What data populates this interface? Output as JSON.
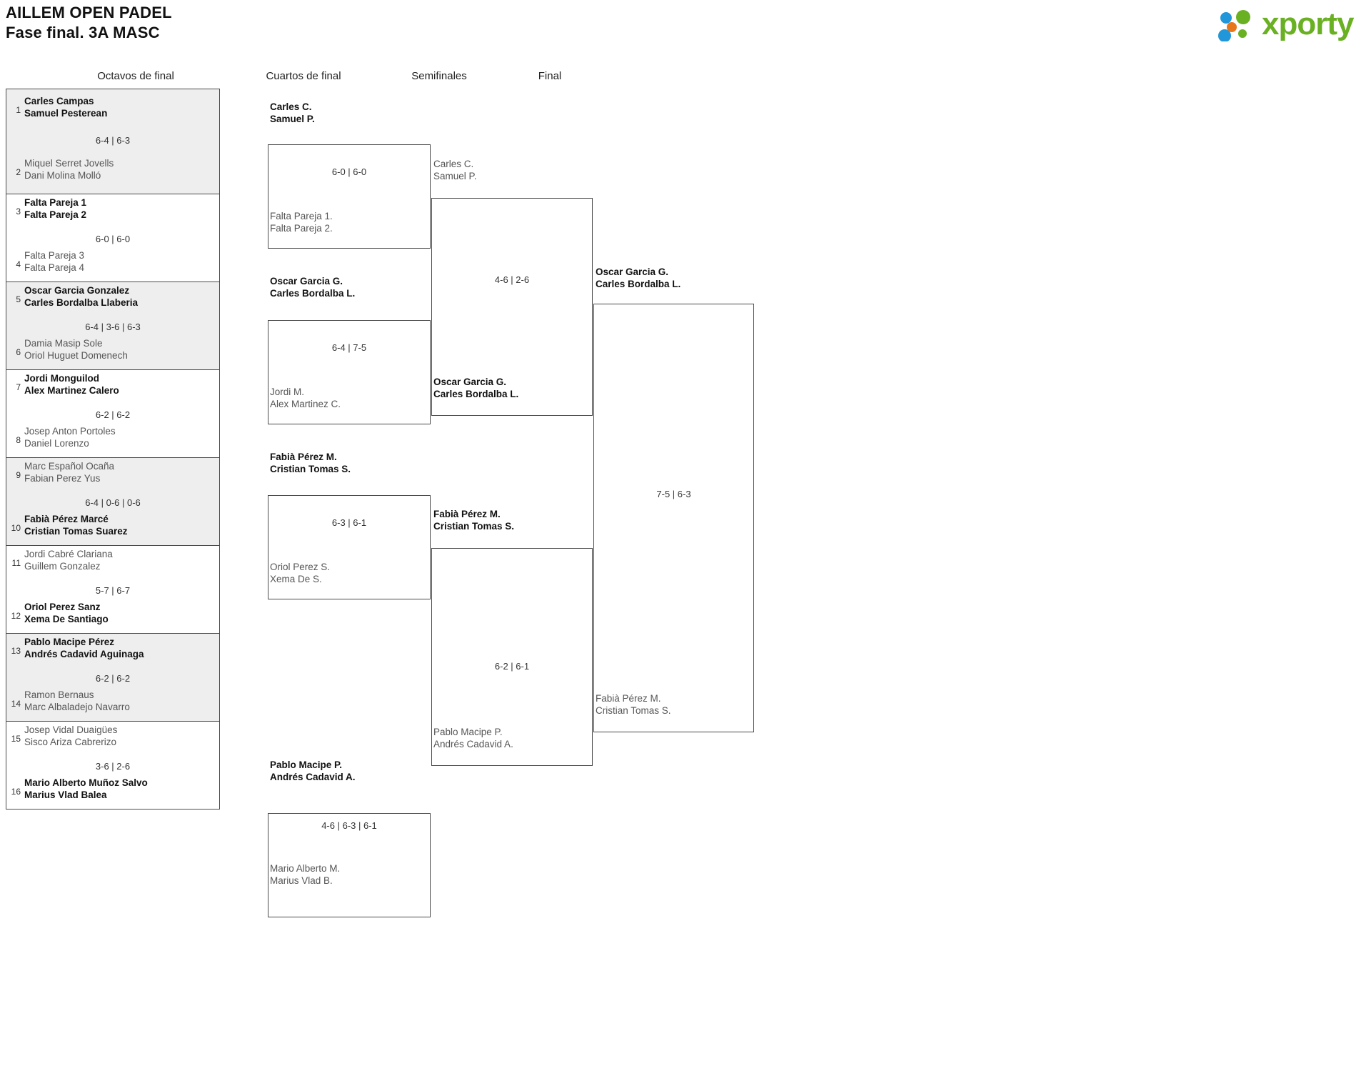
{
  "header": {
    "title_line1": "AILLEM OPEN PADEL",
    "title_line2": "Fase final. 3A MASC",
    "logo_text": "xporty",
    "logo_colors": {
      "green": "#6ab023",
      "blue": "#2196d9",
      "orange": "#e8761a"
    }
  },
  "rounds": [
    {
      "key": "r16",
      "label": "Octavos de final"
    },
    {
      "key": "qf",
      "label": "Cuartos de final"
    },
    {
      "key": "sf",
      "label": "Semifinales"
    },
    {
      "key": "final",
      "label": "Final"
    }
  ],
  "round_of_16": {
    "seeds": [
      "1",
      "2",
      "3",
      "4",
      "5",
      "6",
      "7",
      "8",
      "9",
      "10",
      "11",
      "12",
      "13",
      "14",
      "15",
      "16"
    ],
    "matches": [
      {
        "shaded": true,
        "top": {
          "p1": "Carles Campas",
          "p2": "Samuel Pesterean",
          "winner": true
        },
        "bottom": {
          "p1": "Miquel Serret Jovells",
          "p2": "Dani Molina Molló",
          "winner": false
        },
        "score": "6-4 | 6-3"
      },
      {
        "shaded": false,
        "top": {
          "p1": "Falta Pareja 1",
          "p2": "Falta Pareja 2",
          "winner": true
        },
        "bottom": {
          "p1": "Falta Pareja 3",
          "p2": "Falta Pareja 4",
          "winner": false
        },
        "score": "6-0 | 6-0"
      },
      {
        "shaded": true,
        "top": {
          "p1": "Oscar Garcia Gonzalez",
          "p2": "Carles Bordalba Llaberia",
          "winner": true
        },
        "bottom": {
          "p1": "Damia Masip Sole",
          "p2": "Oriol Huguet Domenech",
          "winner": false
        },
        "score": "6-4 | 3-6 | 6-3"
      },
      {
        "shaded": false,
        "top": {
          "p1": "Jordi Monguilod",
          "p2": "Alex Martinez Calero",
          "winner": true
        },
        "bottom": {
          "p1": "Josep Anton Portoles",
          "p2": "Daniel Lorenzo",
          "winner": false
        },
        "score": "6-2 | 6-2"
      },
      {
        "shaded": true,
        "top": {
          "p1": "Marc Español Ocaña",
          "p2": "Fabian Perez Yus",
          "winner": false
        },
        "bottom": {
          "p1": "Fabià Pérez Marcé",
          "p2": "Cristian Tomas Suarez",
          "winner": true
        },
        "score": "6-4 | 0-6 | 0-6"
      },
      {
        "shaded": false,
        "top": {
          "p1": "Jordi Cabré Clariana",
          "p2": "Guillem Gonzalez",
          "winner": false
        },
        "bottom": {
          "p1": "Oriol Perez Sanz",
          "p2": "Xema De Santiago",
          "winner": true
        },
        "score": "5-7 | 6-7"
      },
      {
        "shaded": true,
        "top": {
          "p1": "Pablo Macipe Pérez",
          "p2": "Andrés Cadavid Aguinaga",
          "winner": true
        },
        "bottom": {
          "p1": "Ramon Bernaus",
          "p2": "Marc Albaladejo Navarro",
          "winner": false
        },
        "score": "6-2 | 6-2"
      },
      {
        "shaded": false,
        "top": {
          "p1": "Josep Vidal Duaigües",
          "p2": "Sisco Ariza Cabrerizo",
          "winner": false
        },
        "bottom": {
          "p1": "Mario Alberto Muñoz Salvo",
          "p2": "Marius Vlad Balea",
          "winner": true
        },
        "score": "3-6 | 2-6"
      }
    ]
  },
  "quarter_finals": {
    "matches": [
      {
        "top": {
          "p1": "Carles C.",
          "p2": "Samuel P.",
          "winner": true
        },
        "bottom": {
          "p1": "Falta Pareja 1.",
          "p2": "Falta Pareja 2.",
          "winner": false
        },
        "score": "6-0 | 6-0"
      },
      {
        "top": {
          "p1": "Oscar Garcia G.",
          "p2": "Carles Bordalba L.",
          "winner": true
        },
        "bottom": {
          "p1": "Jordi M.",
          "p2": "Alex Martinez C.",
          "winner": false
        },
        "score": "6-4 | 7-5"
      },
      {
        "top": {
          "p1": "Fabià Pérez M.",
          "p2": "Cristian Tomas S.",
          "winner": true
        },
        "bottom": {
          "p1": "Oriol Perez S.",
          "p2": "Xema De S.",
          "winner": false
        },
        "score": "6-3 | 6-1"
      },
      {
        "top": {
          "p1": "Pablo Macipe P.",
          "p2": "Andrés Cadavid A.",
          "winner": true
        },
        "bottom": {
          "p1": "Mario Alberto M.",
          "p2": "Marius Vlad B.",
          "winner": false
        },
        "score": "4-6 | 6-3 | 6-1"
      }
    ]
  },
  "semi_finals": {
    "matches": [
      {
        "top": {
          "p1": "Carles C.",
          "p2": "Samuel P.",
          "winner": false
        },
        "bottom": {
          "p1": "Oscar Garcia G.",
          "p2": "Carles Bordalba L.",
          "winner": true
        },
        "score": "4-6 | 2-6"
      },
      {
        "top": {
          "p1": "Fabià Pérez M.",
          "p2": "Cristian Tomas S.",
          "winner": true
        },
        "bottom": {
          "p1": "Pablo Macipe P.",
          "p2": "Andrés Cadavid A.",
          "winner": false
        },
        "score": "6-2 | 6-1"
      }
    ]
  },
  "final_round": {
    "matches": [
      {
        "top": {
          "p1": "Oscar Garcia G.",
          "p2": "Carles Bordalba L.",
          "winner": true
        },
        "bottom": {
          "p1": "Fabià Pérez M.",
          "p2": "Cristian Tomas S.",
          "winner": false
        },
        "score": "7-5 | 6-3"
      }
    ]
  }
}
